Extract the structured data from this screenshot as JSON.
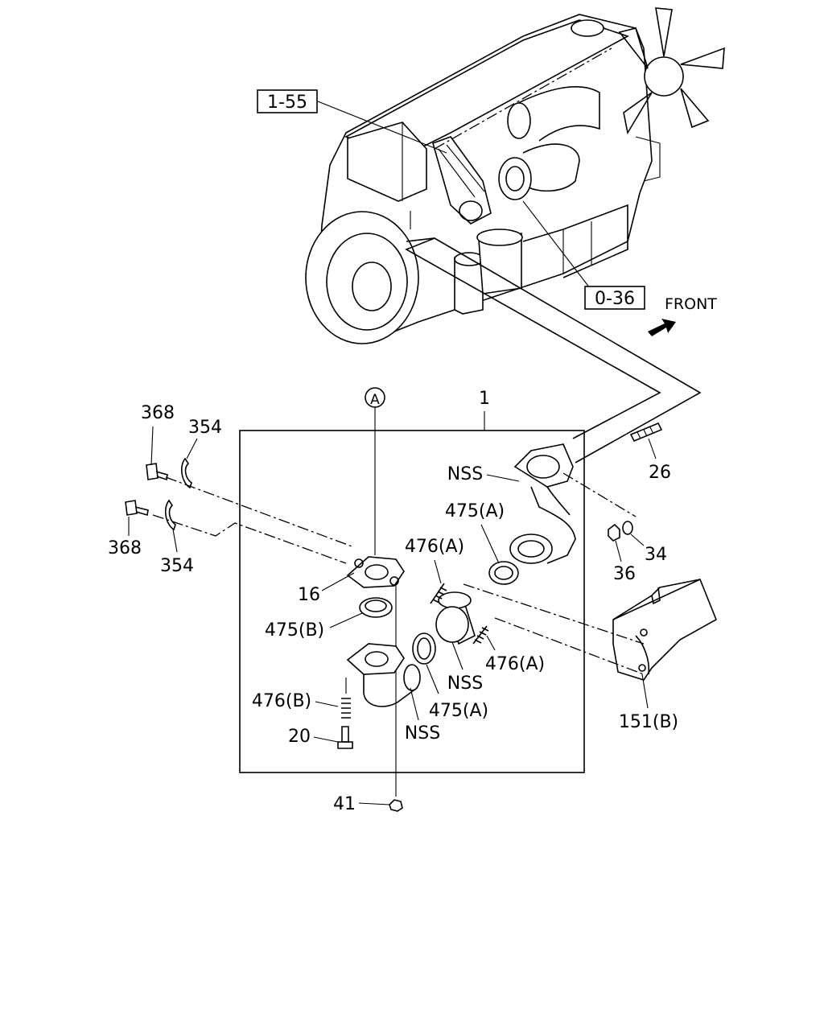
{
  "refs": {
    "ref_1_55": "1-55",
    "ref_0_36": "0-36"
  },
  "front_label": "FRONT",
  "circle_ref": "A",
  "labels": {
    "l1": "1",
    "l368a": "368",
    "l354a": "354",
    "l368b": "368",
    "l354b": "354",
    "l26": "26",
    "l34": "34",
    "l36": "36",
    "nss1": "NSS",
    "l475a_top": "475(A)",
    "l476a_top": "476(A)",
    "l16": "16",
    "l475b": "475(B)",
    "l476a_right": "476(A)",
    "nss2": "NSS",
    "l475a_bot": "475(A)",
    "l476b": "476(B)",
    "nss3": "NSS",
    "l20": "20",
    "l151b": "151(B)",
    "l41": "41"
  }
}
